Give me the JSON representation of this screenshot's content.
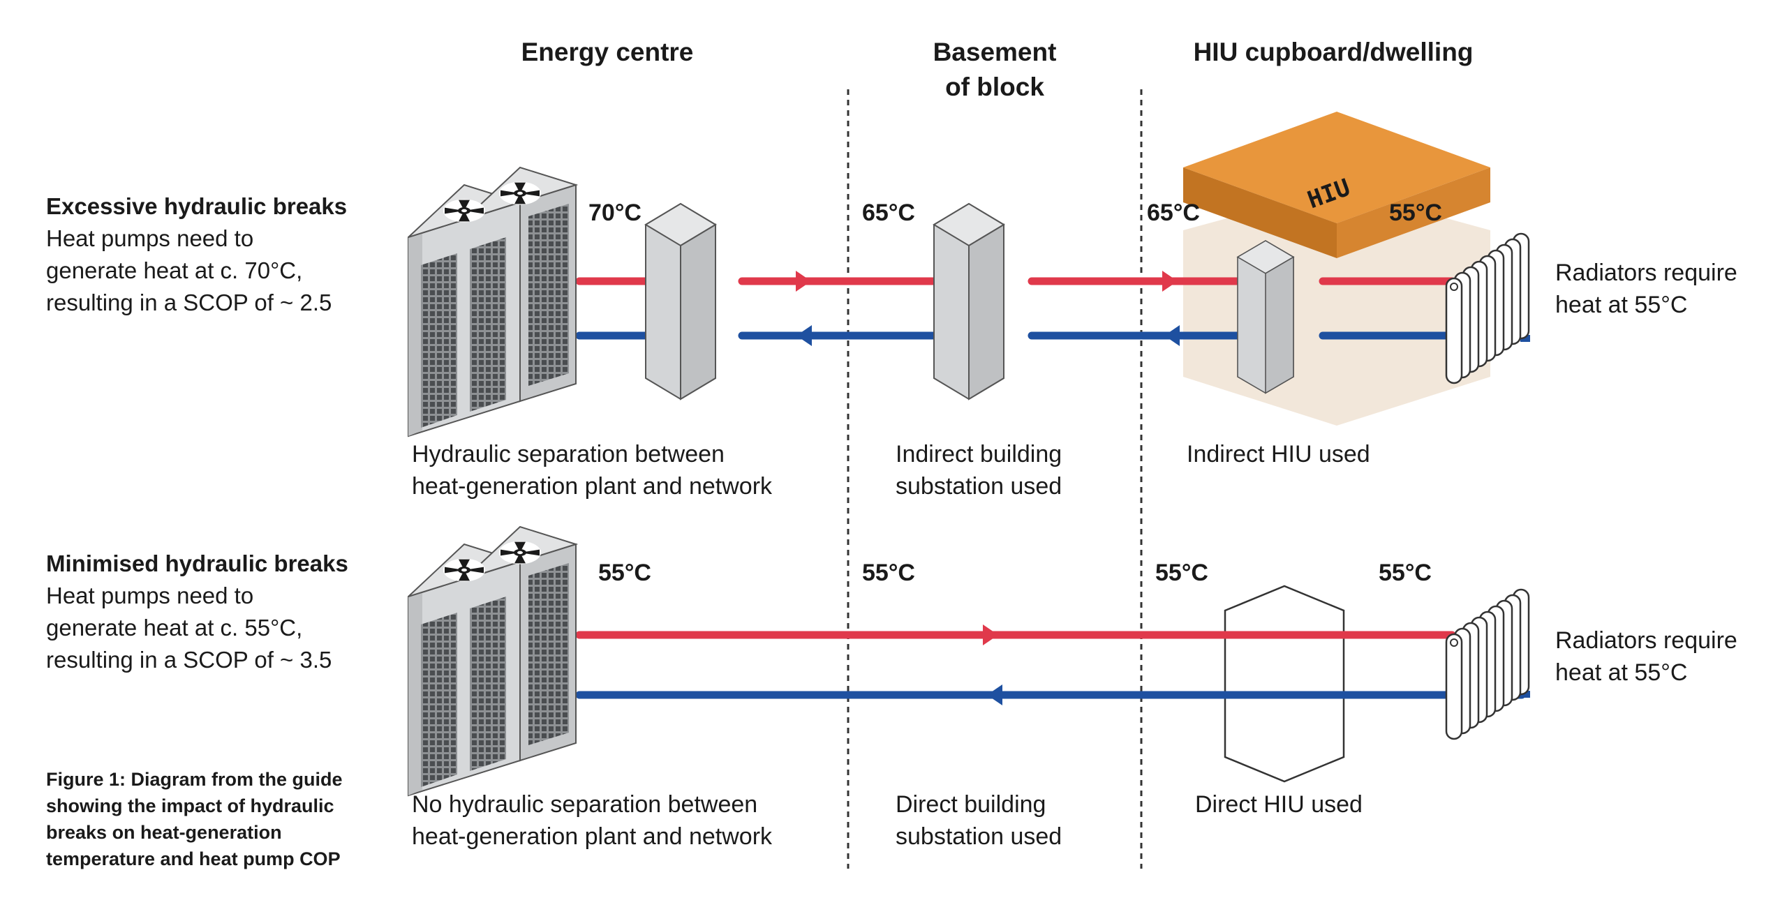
{
  "columns": {
    "energy_centre": "Energy centre",
    "basement": [
      "Basement",
      "of block"
    ],
    "hiu_cupboard": "HIU cupboard/dwelling"
  },
  "rows": {
    "excessive": {
      "title": "Excessive hydraulic breaks",
      "desc": [
        "Heat pumps need to",
        "generate heat at c. 70°C,",
        "resulting in a SCOP of ~ 2.5"
      ],
      "temps": {
        "plant": "70°C",
        "basement": "65°C",
        "hiu_in": "65°C",
        "hiu_out": "55°C"
      },
      "captions": {
        "energy_centre": [
          "Hydraulic separation between",
          "heat-generation plant and network"
        ],
        "basement": [
          "Indirect building",
          "substation used"
        ],
        "hiu": "Indirect HIU used"
      },
      "hiu_label": "HIU",
      "radiator_note": [
        "Radiators require",
        "heat at 55°C"
      ]
    },
    "minimised": {
      "title": "Minimised hydraulic breaks",
      "desc": [
        "Heat pumps need to",
        "generate heat at c. 55°C,",
        "resulting in a SCOP of ~ 3.5"
      ],
      "temps": {
        "plant": "55°C",
        "basement": "55°C",
        "hiu_in": "55°C",
        "hiu_out": "55°C"
      },
      "captions": {
        "energy_centre": [
          "No hydraulic separation between",
          "heat-generation plant and network"
        ],
        "basement": [
          "Direct building",
          "substation used"
        ],
        "hiu": "Direct HIU used"
      },
      "radiator_note": [
        "Radiators require",
        "heat at 55°C"
      ]
    }
  },
  "figure_caption": [
    "Figure 1: Diagram from the guide",
    "showing the impact of hydraulic",
    "breaks on heat-generation",
    "temperature and heat pump COP"
  ],
  "colors": {
    "flow": "#e0394b",
    "return": "#1e50a0",
    "hiu_box": "#e8963c",
    "exchanger": "#d3d5d7"
  }
}
